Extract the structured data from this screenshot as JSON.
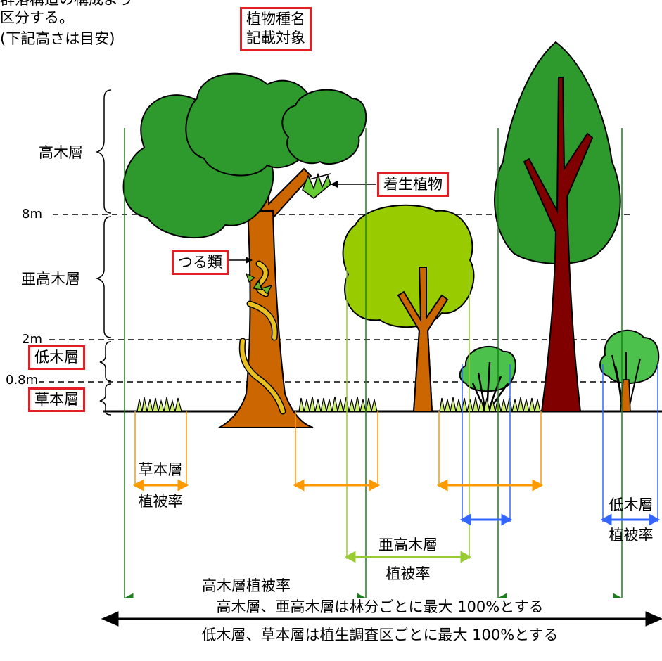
{
  "intro": {
    "line1": "群落構造の構成よう",
    "line2": "区分する。",
    "line3": "(下記高さは目安)"
  },
  "species_box": {
    "line1": "植物種名",
    "line2": "記載対象"
  },
  "layers": {
    "tall": "高木層",
    "subtall": "亜高木層",
    "shrub": "低木層",
    "herb": "草本層"
  },
  "heights": {
    "h8": "8m",
    "h2": "2m",
    "h08": "0.8m"
  },
  "callouts": {
    "epiphyte": "着生植物",
    "vine": "つる類"
  },
  "coverage": {
    "herb_l1": "草本層",
    "herb_l2": "植被率",
    "subtall_l1": "亜高木層",
    "subtall_l2": "植被率",
    "tall": "高木層植被率",
    "shrub_l1": "低木層",
    "shrub_l2": "植被率"
  },
  "notes": {
    "line1": "高木層、亜高木層は林分ごとに最大 100%とする",
    "line2": "低木層、草本層は植生調査区ごとに最大 100%とする"
  },
  "colors": {
    "tall_green": "#2e9a2e",
    "subtall_green": "#99cc00",
    "shrub_green": "#4cc24c",
    "trunk": "#cc6600",
    "conifer_trunk": "#800000",
    "tall_line": "#1a7f1a",
    "subtall_line": "#99cc33",
    "herb_line": "#ff9900",
    "shrub_line": "#3366ff",
    "box_red": "#e31e24"
  }
}
